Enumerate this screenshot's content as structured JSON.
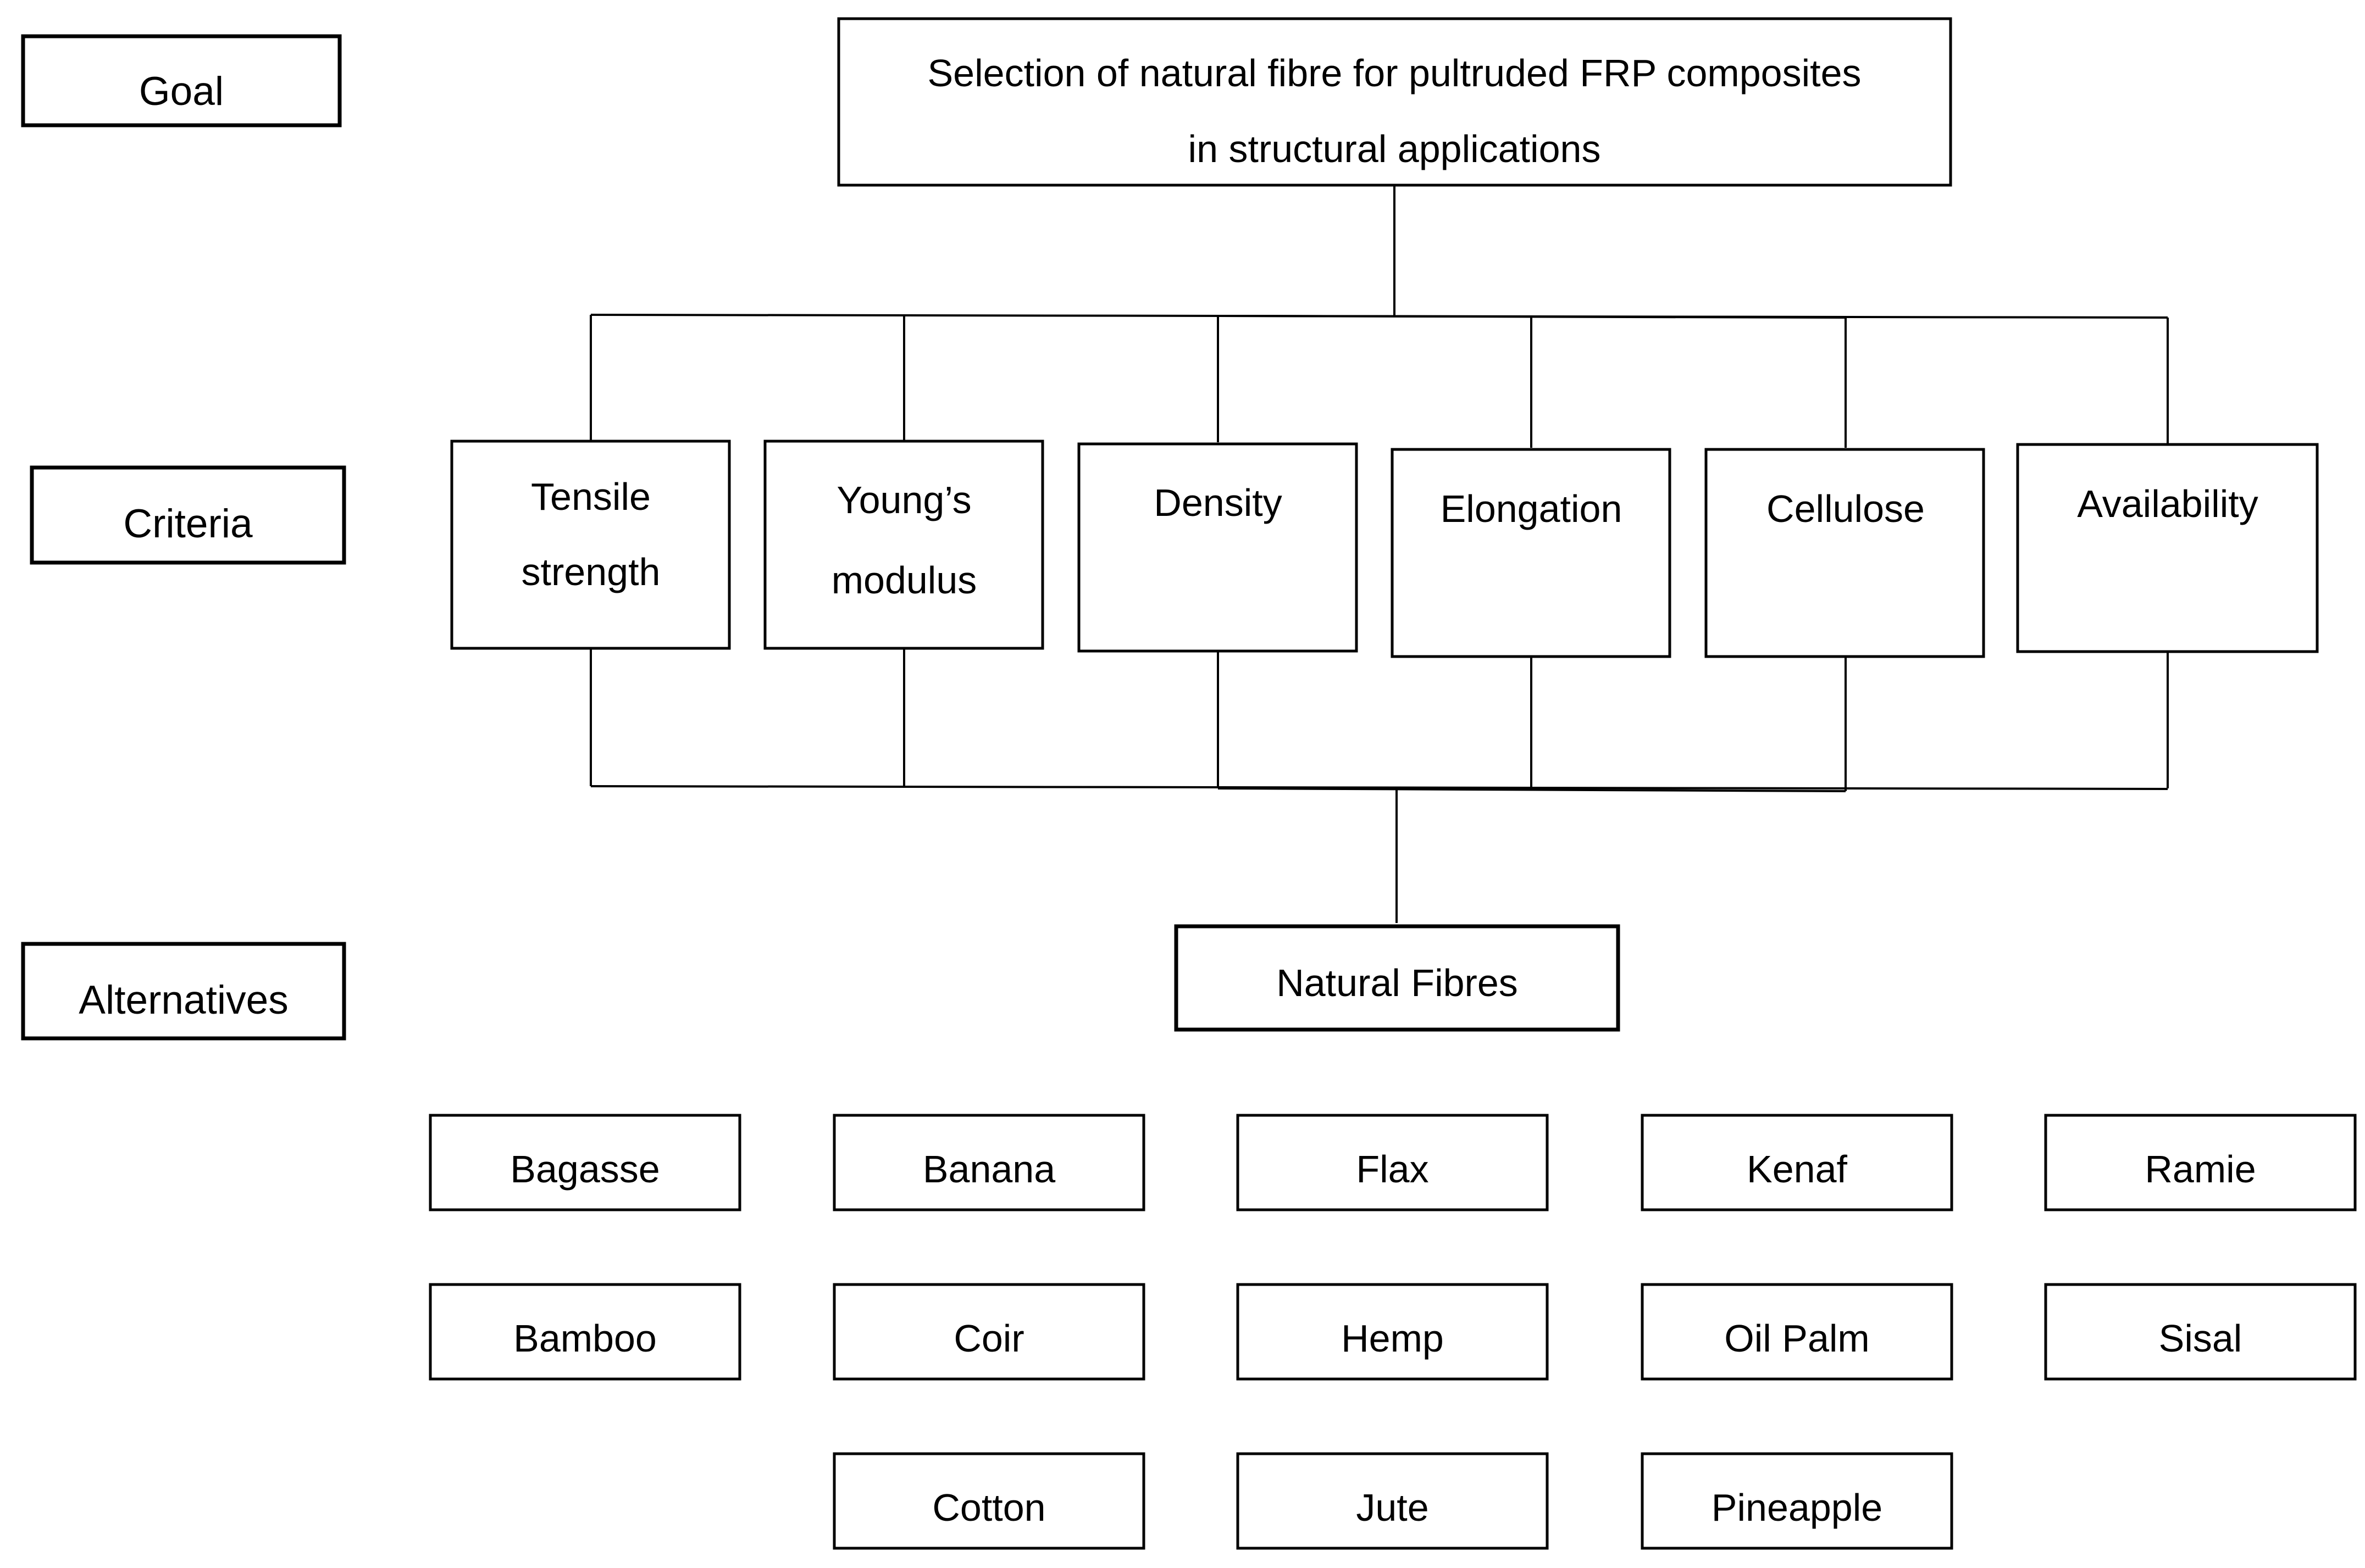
{
  "levels": {
    "goal": "Goal",
    "criteria": "Criteria",
    "alternatives": "Alternatives"
  },
  "goal": {
    "line1": "Selection of natural fibre for pultruded FRP composites",
    "line2": "in structural applications"
  },
  "criteria": [
    {
      "line1": "Tensile",
      "line2": "strength"
    },
    {
      "line1": "Young’s",
      "line2": "modulus"
    },
    {
      "line1": "Density",
      "line2": ""
    },
    {
      "line1": "Elongation",
      "line2": ""
    },
    {
      "line1": "Cellulose",
      "line2": ""
    },
    {
      "line1": "Availability",
      "line2": ""
    }
  ],
  "alternatives_node": "Natural Fibres",
  "fibres": [
    "Bagasse",
    "Banana",
    "Flax",
    "Kenaf",
    "Ramie",
    "Bamboo",
    "Coir",
    "Hemp",
    "Oil Palm",
    "Sisal",
    "Cotton",
    "Jute",
    "Pineapple"
  ]
}
